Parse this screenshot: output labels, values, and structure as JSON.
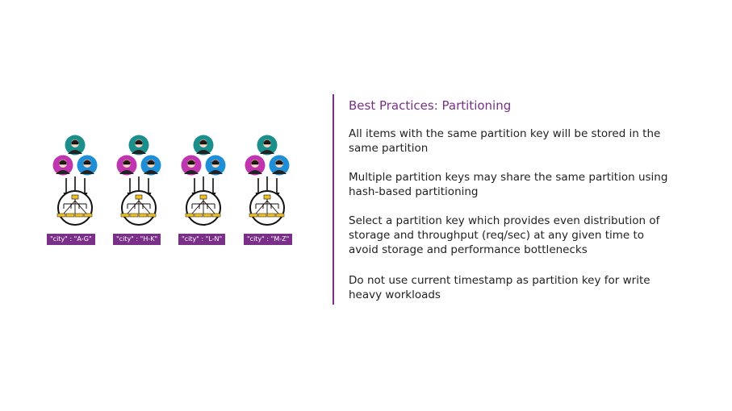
{
  "title": "Best Practices: Partitioning",
  "bullets": [
    "All items with the same partition key will be stored in the same partition",
    "Multiple partition keys may share the same partition using hash-based partitioning",
    "Select a partition key which provides even distribution of storage and throughput (req/sec) at any given time to avoid storage and performance bottlenecks",
    "Do not use current timestamp as partition key for write heavy workloads"
  ],
  "partitions": [
    {
      "label": "\"city\" : \"A-G\""
    },
    {
      "label": "\"city\" : \"H-K\""
    },
    {
      "label": "\"city\" : \"L-N\""
    },
    {
      "label": "\"city\" : \"M-Z\""
    }
  ],
  "colors": {
    "accent": "#7a2f88",
    "user_teal": "#1a8f8c",
    "user_magenta": "#c034b0",
    "user_blue": "#1e8fd6",
    "tree_node": "#f0c020"
  },
  "icons": [
    "user-icon",
    "partition-tree-icon",
    "arrow-icon"
  ]
}
